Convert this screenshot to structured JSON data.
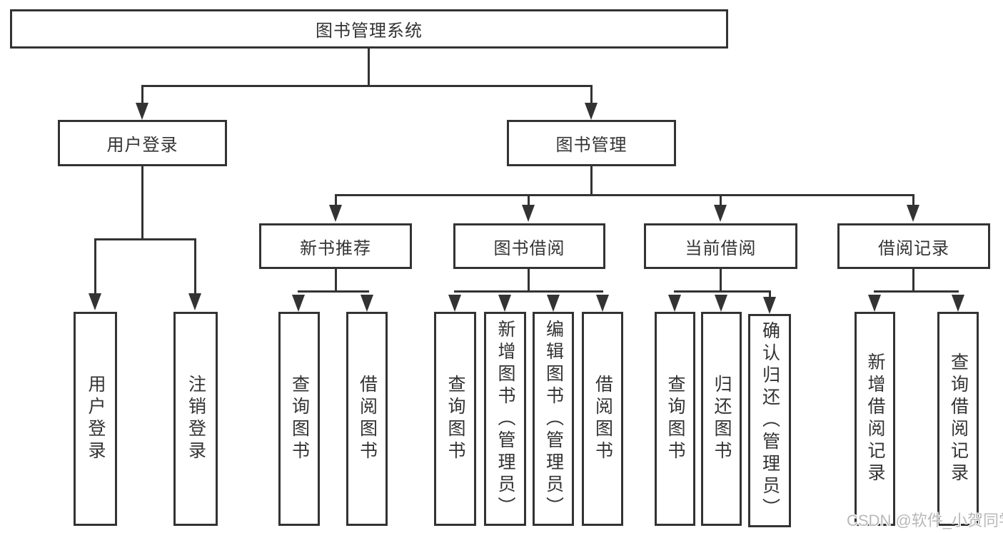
{
  "colors": {
    "line": "#333333",
    "text": "#333333",
    "background": "#ffffff",
    "watermark": "#b9b9b9"
  },
  "tree": {
    "root": "图书管理系统",
    "children": [
      {
        "label": "用户登录",
        "children": [
          {
            "label": "用户登录"
          },
          {
            "label": "注销登录"
          }
        ]
      },
      {
        "label": "图书管理",
        "children": [
          {
            "label": "新书推荐",
            "children": [
              {
                "label": "查询图书"
              },
              {
                "label": "借阅图书"
              }
            ]
          },
          {
            "label": "图书借阅",
            "children": [
              {
                "label": "查询图书"
              },
              {
                "label": "新增图书（管理员）"
              },
              {
                "label": "编辑图书（管理员）"
              },
              {
                "label": "借阅图书"
              }
            ]
          },
          {
            "label": "当前借阅",
            "children": [
              {
                "label": "查询图书"
              },
              {
                "label": "归还图书"
              },
              {
                "label": "确认归还（管理员）"
              }
            ]
          },
          {
            "label": "借阅记录",
            "children": [
              {
                "label": "新增借阅记录"
              },
              {
                "label": "查询借阅记录"
              }
            ]
          }
        ]
      }
    ]
  },
  "watermark": {
    "text": "CSDN @软件_小贺同学"
  }
}
